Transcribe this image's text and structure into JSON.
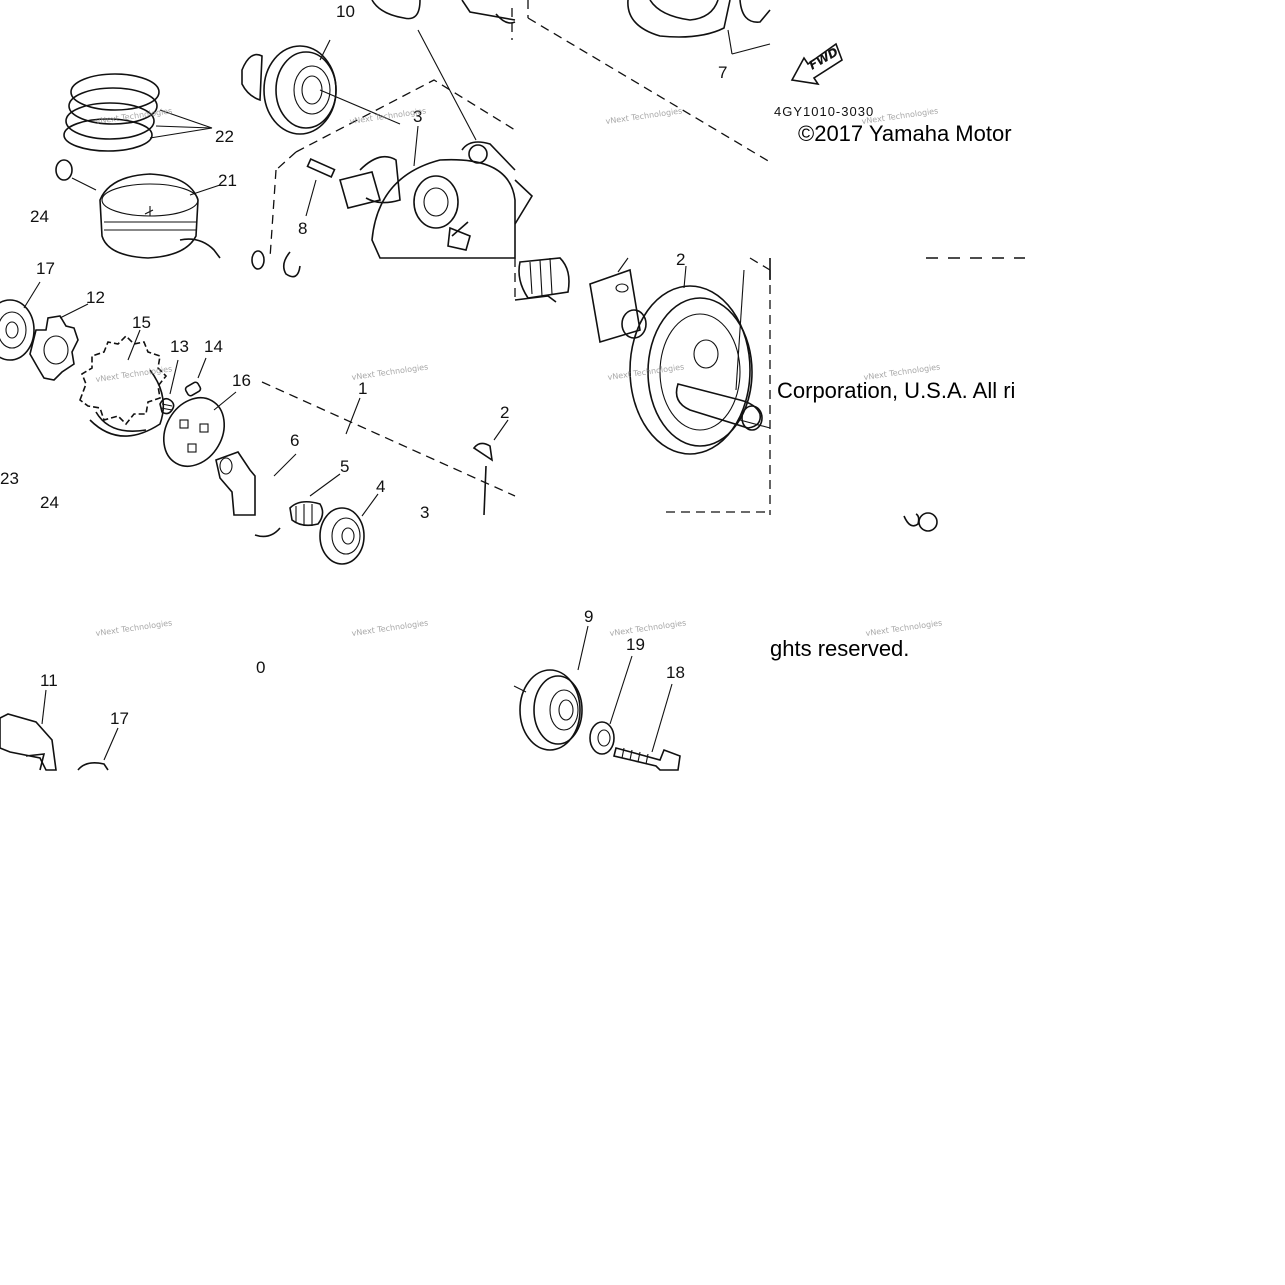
{
  "diagram": {
    "part_code": "4GY1010-3030",
    "forward_label": "FWD",
    "copyright": {
      "line1": "©2017 Yamaha Motor",
      "line2": "Corporation, U.S.A. All ri",
      "line3": "ghts reserved."
    },
    "watermark_text": "vNext Technologies",
    "callouts": {
      "c10": "10",
      "c7": "7",
      "c3": "3",
      "c22": "22",
      "c21": "21",
      "c24a": "24",
      "c8": "8",
      "c17a": "17",
      "c12": "12",
      "c15": "15",
      "c13": "13",
      "c14": "14",
      "c16": "16",
      "c2": "2",
      "c1": "1",
      "c2b": "2",
      "c6": "6",
      "c5": "5",
      "c4": "4",
      "c23": "23",
      "c24b": "24",
      "c3b": "3",
      "c0": "0",
      "c11": "11",
      "c17b": "17",
      "c9": "9",
      "c19": "19",
      "c18": "18"
    }
  }
}
